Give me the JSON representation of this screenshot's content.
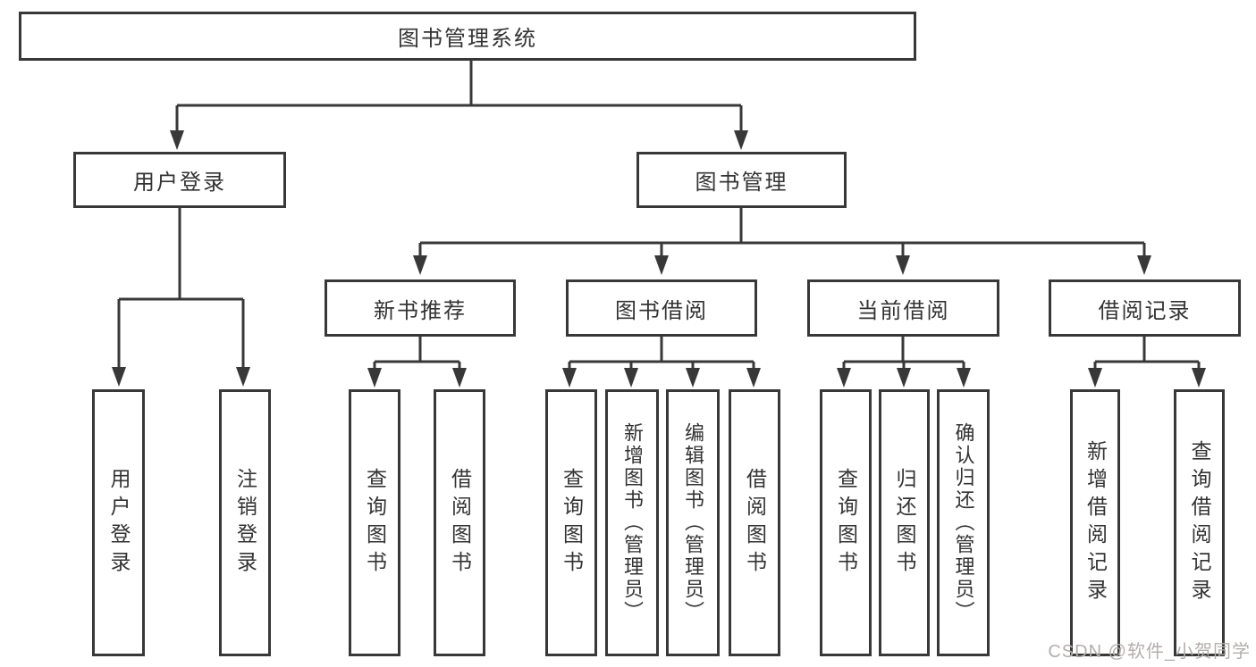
{
  "diagram": {
    "title": "图书管理系统",
    "level2": {
      "user_login": "用户登录",
      "book_mgmt": "图书管理"
    },
    "level3": {
      "new_books": "新书推荐",
      "book_borrow": "图书借阅",
      "current_borrow": "当前借阅",
      "borrow_records": "借阅记录"
    },
    "leaves": {
      "user_login_1": "用户登录",
      "user_login_2": "注销登录",
      "new_books_1": "查询图书",
      "new_books_2": "借阅图书",
      "book_borrow_1": "查询图书",
      "book_borrow_2": "新增图书（管理员）",
      "book_borrow_3": "编辑图书（管理员）",
      "book_borrow_4": "借阅图书",
      "current_1": "查询图书",
      "current_2": "归还图书",
      "current_3": "确认归还（管理员）",
      "records_1": "新增借阅记录",
      "records_2": "查询借阅记录"
    },
    "colors": {
      "line": "#383838",
      "text": "#333333",
      "background": "#ffffff",
      "watermark": "#b3aeac"
    }
  },
  "watermark": "CSDN @软件_小贺同学"
}
